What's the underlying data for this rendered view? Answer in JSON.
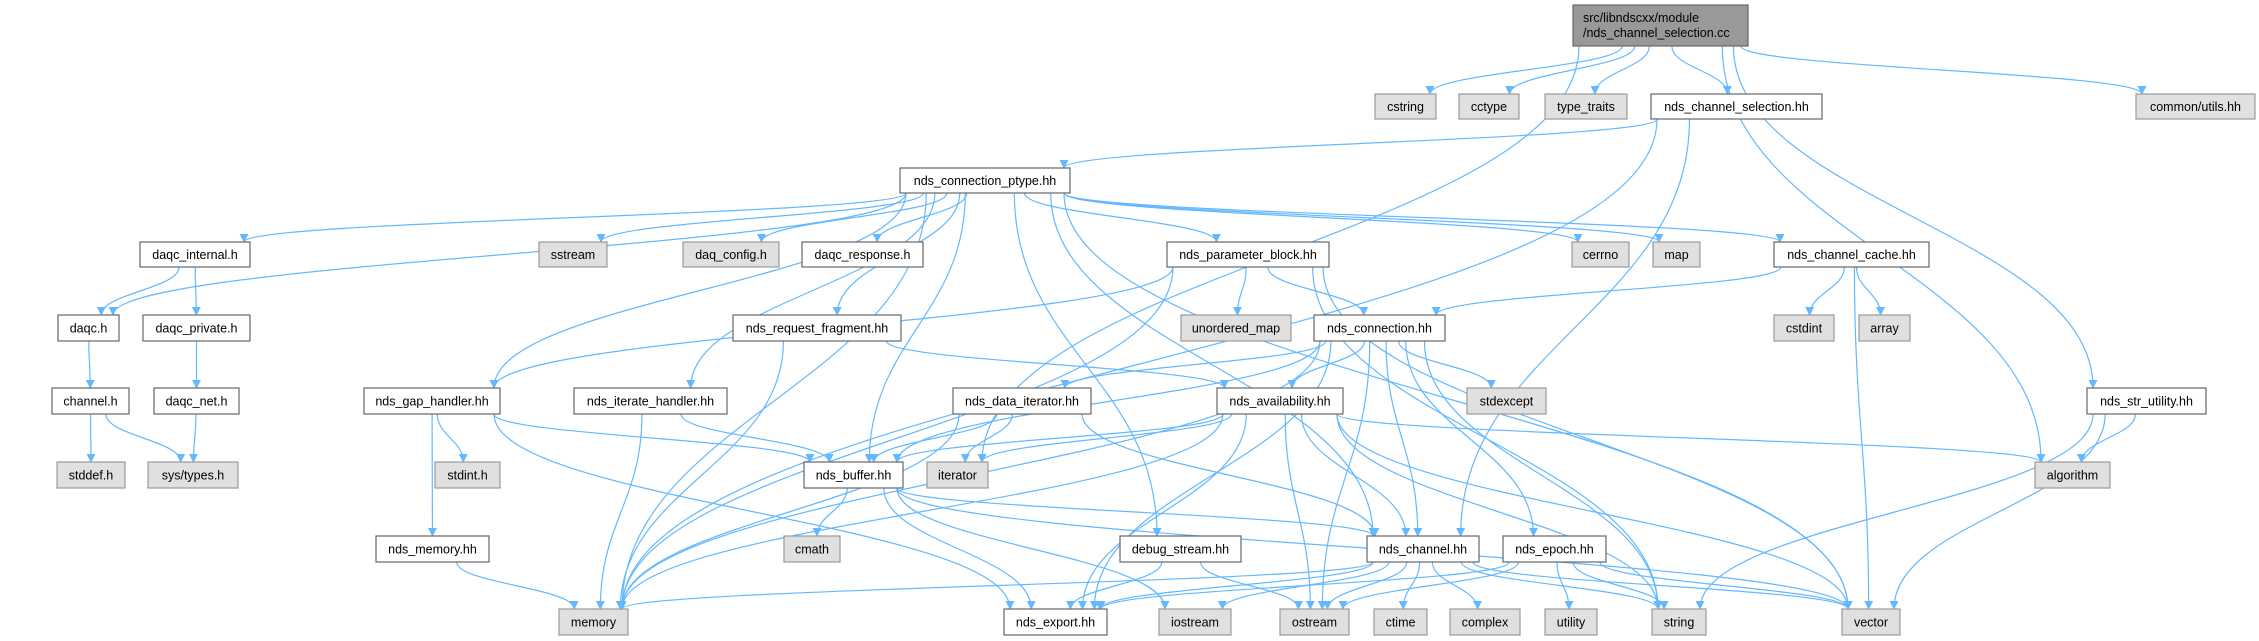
{
  "colors": {
    "edge": "#63b8ff",
    "root_fill": "#999999",
    "root_border": "#666666",
    "file_fill": "#ffffff",
    "file_border": "#666666",
    "system_fill": "#e0e0e0",
    "system_border": "#999999"
  },
  "nodes": [
    {
      "id": "root",
      "label": "src/libndscxx/module",
      "label2": "/nds_channel_selection.cc",
      "kind": "root"
    },
    {
      "id": "cstring",
      "label": "cstring",
      "kind": "system"
    },
    {
      "id": "cctype",
      "label": "cctype",
      "kind": "system"
    },
    {
      "id": "type_traits",
      "label": "type_traits",
      "kind": "system"
    },
    {
      "id": "ncs_hh",
      "label": "nds_channel_selection.hh",
      "kind": "file"
    },
    {
      "id": "common_utils",
      "label": "common/utils.hh",
      "kind": "system"
    },
    {
      "id": "ptype",
      "label": "nds_connection_ptype.hh",
      "kind": "file"
    },
    {
      "id": "daqc_internal",
      "label": "daqc_internal.h",
      "kind": "file"
    },
    {
      "id": "sstream",
      "label": "sstream",
      "kind": "system"
    },
    {
      "id": "daq_config",
      "label": "daq_config.h",
      "kind": "system"
    },
    {
      "id": "daqc_response",
      "label": "daqc_response.h",
      "kind": "file"
    },
    {
      "id": "param_block",
      "label": "nds_parameter_block.hh",
      "kind": "file"
    },
    {
      "id": "cerrno",
      "label": "cerrno",
      "kind": "system"
    },
    {
      "id": "map",
      "label": "map",
      "kind": "system"
    },
    {
      "id": "channel_cache",
      "label": "nds_channel_cache.hh",
      "kind": "file"
    },
    {
      "id": "daqc",
      "label": "daqc.h",
      "kind": "file"
    },
    {
      "id": "daqc_private",
      "label": "daqc_private.h",
      "kind": "file"
    },
    {
      "id": "request_fragment",
      "label": "nds_request_fragment.hh",
      "kind": "file"
    },
    {
      "id": "unordered_map",
      "label": "unordered_map",
      "kind": "system"
    },
    {
      "id": "connection",
      "label": "nds_connection.hh",
      "kind": "file"
    },
    {
      "id": "cstdint",
      "label": "cstdint",
      "kind": "system"
    },
    {
      "id": "array",
      "label": "array",
      "kind": "system"
    },
    {
      "id": "channel_h",
      "label": "channel.h",
      "kind": "file"
    },
    {
      "id": "daqc_net",
      "label": "daqc_net.h",
      "kind": "file"
    },
    {
      "id": "gap_handler",
      "label": "nds_gap_handler.hh",
      "kind": "file"
    },
    {
      "id": "iterate_handler",
      "label": "nds_iterate_handler.hh",
      "kind": "file"
    },
    {
      "id": "data_iterator",
      "label": "nds_data_iterator.hh",
      "kind": "file"
    },
    {
      "id": "availability",
      "label": "nds_availability.hh",
      "kind": "file"
    },
    {
      "id": "stdexcept",
      "label": "stdexcept",
      "kind": "system"
    },
    {
      "id": "str_utility",
      "label": "nds_str_utility.hh",
      "kind": "file"
    },
    {
      "id": "stddef",
      "label": "stddef.h",
      "kind": "system"
    },
    {
      "id": "sys_types",
      "label": "sys/types.h",
      "kind": "system"
    },
    {
      "id": "stdint",
      "label": "stdint.h",
      "kind": "system"
    },
    {
      "id": "nds_buffer",
      "label": "nds_buffer.hh",
      "kind": "file"
    },
    {
      "id": "iterator",
      "label": "iterator",
      "kind": "system"
    },
    {
      "id": "algorithm",
      "label": "algorithm",
      "kind": "system"
    },
    {
      "id": "nds_memory",
      "label": "nds_memory.hh",
      "kind": "file"
    },
    {
      "id": "cmath",
      "label": "cmath",
      "kind": "system"
    },
    {
      "id": "debug_stream",
      "label": "debug_stream.hh",
      "kind": "file"
    },
    {
      "id": "nds_channel",
      "label": "nds_channel.hh",
      "kind": "file"
    },
    {
      "id": "nds_epoch",
      "label": "nds_epoch.hh",
      "kind": "file"
    },
    {
      "id": "memory",
      "label": "memory",
      "kind": "system"
    },
    {
      "id": "nds_export",
      "label": "nds_export.hh",
      "kind": "file"
    },
    {
      "id": "iostream",
      "label": "iostream",
      "kind": "system"
    },
    {
      "id": "ostream",
      "label": "ostream",
      "kind": "system"
    },
    {
      "id": "ctime",
      "label": "ctime",
      "kind": "system"
    },
    {
      "id": "complex",
      "label": "complex",
      "kind": "system"
    },
    {
      "id": "utility",
      "label": "utility",
      "kind": "system"
    },
    {
      "id": "string",
      "label": "string",
      "kind": "system"
    },
    {
      "id": "vector",
      "label": "vector",
      "kind": "system"
    }
  ],
  "edges": [
    [
      "root",
      "cstring"
    ],
    [
      "root",
      "cctype"
    ],
    [
      "root",
      "type_traits"
    ],
    [
      "root",
      "ncs_hh"
    ],
    [
      "root",
      "common_utils"
    ],
    [
      "root",
      "algorithm"
    ],
    [
      "root",
      "str_utility"
    ],
    [
      "root",
      "iterator"
    ],
    [
      "ncs_hh",
      "ptype"
    ],
    [
      "ncs_hh",
      "memory"
    ],
    [
      "ncs_hh",
      "nds_channel"
    ],
    [
      "ptype",
      "daqc_internal"
    ],
    [
      "ptype",
      "daqc"
    ],
    [
      "ptype",
      "sstream"
    ],
    [
      "ptype",
      "daq_config"
    ],
    [
      "ptype",
      "daqc_response"
    ],
    [
      "ptype",
      "param_block"
    ],
    [
      "ptype",
      "cerrno"
    ],
    [
      "ptype",
      "map"
    ],
    [
      "ptype",
      "channel_cache"
    ],
    [
      "ptype",
      "vector"
    ],
    [
      "ptype",
      "memory"
    ],
    [
      "ptype",
      "gap_handler"
    ],
    [
      "ptype",
      "iterate_handler"
    ],
    [
      "ptype",
      "request_fragment"
    ],
    [
      "ptype",
      "nds_buffer"
    ],
    [
      "ptype",
      "debug_stream"
    ],
    [
      "ptype",
      "nds_channel"
    ],
    [
      "daqc_internal",
      "daqc"
    ],
    [
      "daqc_internal",
      "daqc_private"
    ],
    [
      "daqc",
      "channel_h"
    ],
    [
      "daqc_private",
      "daqc_net"
    ],
    [
      "channel_h",
      "stddef"
    ],
    [
      "channel_h",
      "sys_types"
    ],
    [
      "daqc_net",
      "sys_types"
    ],
    [
      "param_block",
      "unordered_map"
    ],
    [
      "param_block",
      "connection"
    ],
    [
      "param_block",
      "string"
    ],
    [
      "param_block",
      "vector"
    ],
    [
      "param_block",
      "memory"
    ],
    [
      "param_block",
      "gap_handler"
    ],
    [
      "channel_cache",
      "connection"
    ],
    [
      "channel_cache",
      "cstdint"
    ],
    [
      "channel_cache",
      "array"
    ],
    [
      "channel_cache",
      "vector"
    ],
    [
      "request_fragment",
      "memory"
    ],
    [
      "request_fragment",
      "availability"
    ],
    [
      "connection",
      "data_iterator"
    ],
    [
      "connection",
      "availability"
    ],
    [
      "connection",
      "stdexcept"
    ],
    [
      "connection",
      "nds_buffer"
    ],
    [
      "connection",
      "nds_channel"
    ],
    [
      "connection",
      "ostream"
    ],
    [
      "connection",
      "nds_export"
    ],
    [
      "connection",
      "memory"
    ],
    [
      "connection",
      "string"
    ],
    [
      "connection",
      "nds_epoch"
    ],
    [
      "gap_handler",
      "stdint"
    ],
    [
      "gap_handler",
      "nds_memory"
    ],
    [
      "gap_handler",
      "nds_buffer"
    ],
    [
      "gap_handler",
      "nds_export"
    ],
    [
      "iterate_handler",
      "memory"
    ],
    [
      "iterate_handler",
      "nds_buffer"
    ],
    [
      "data_iterator",
      "iterator"
    ],
    [
      "data_iterator",
      "nds_buffer"
    ],
    [
      "data_iterator",
      "nds_channel"
    ],
    [
      "data_iterator",
      "memory"
    ],
    [
      "availability",
      "iterator"
    ],
    [
      "availability",
      "nds_buffer"
    ],
    [
      "availability",
      "nds_channel"
    ],
    [
      "availability",
      "ostream"
    ],
    [
      "availability",
      "string"
    ],
    [
      "availability",
      "vector"
    ],
    [
      "availability",
      "algorithm"
    ],
    [
      "availability",
      "nds_export"
    ],
    [
      "availability",
      "memory"
    ],
    [
      "nds_buffer",
      "cmath"
    ],
    [
      "nds_buffer",
      "nds_export"
    ],
    [
      "nds_buffer",
      "iostream"
    ],
    [
      "nds_buffer",
      "nds_channel"
    ],
    [
      "nds_buffer",
      "vector"
    ],
    [
      "nds_memory",
      "memory"
    ],
    [
      "debug_stream",
      "nds_export"
    ],
    [
      "debug_stream",
      "ostream"
    ],
    [
      "nds_channel",
      "memory"
    ],
    [
      "nds_channel",
      "nds_export"
    ],
    [
      "nds_channel",
      "ostream"
    ],
    [
      "nds_channel",
      "ctime"
    ],
    [
      "nds_channel",
      "complex"
    ],
    [
      "nds_channel",
      "string"
    ],
    [
      "nds_channel",
      "vector"
    ],
    [
      "nds_channel",
      "iostream"
    ],
    [
      "nds_epoch",
      "utility"
    ],
    [
      "nds_epoch",
      "string"
    ],
    [
      "nds_epoch",
      "vector"
    ],
    [
      "nds_epoch",
      "ostream"
    ],
    [
      "nds_epoch",
      "nds_export"
    ],
    [
      "str_utility",
      "algorithm"
    ],
    [
      "str_utility",
      "string"
    ],
    [
      "str_utility",
      "vector"
    ]
  ]
}
